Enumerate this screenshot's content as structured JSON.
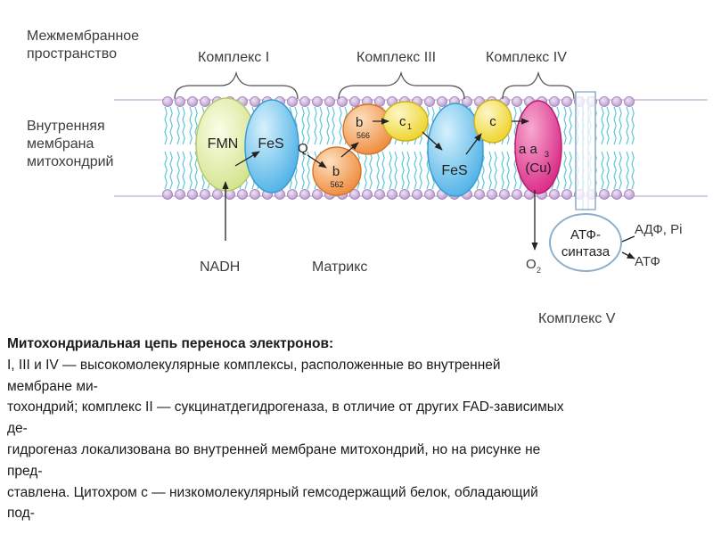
{
  "diagram": {
    "labels": {
      "intermembrane_1": "Межмембранное",
      "intermembrane_2": "пространство",
      "inner_1": "Внутренняя",
      "inner_2": "мембрана",
      "inner_3": "митохондрий",
      "matrix": "Матрикс",
      "nadh": "NADH"
    },
    "complexes": {
      "c1": "Комплекс I",
      "c3": "Комплекс III",
      "c4": "Комплекс IV",
      "c5": "Комплекс V"
    },
    "proteins": {
      "fmn": "FMN",
      "fes1": "FeS",
      "q": "Q",
      "b566": "b",
      "b566_sub": "566",
      "b562": "b",
      "b562_sub": "562",
      "c1_main": "c",
      "c1_sub": "1",
      "fes3": "FeS",
      "c_cyt": "c",
      "aa3_a": "a a",
      "aa3_sub": "3",
      "cu": "(Cu)",
      "o2_main": "O",
      "o2_sub": "2",
      "atp_synth_1": "АТФ-",
      "atp_synth_2": "синтаза",
      "adp_pi": "АДФ, Pi",
      "atp": "АТФ"
    },
    "colors": {
      "fmn": "#e4eeaa",
      "fes": "#7ccaf0",
      "b": "#f5a25a",
      "c": "#f4e44a",
      "aa3": "#e8409a",
      "lipid_head": "#cdb1de",
      "lipid_tail": "#5cc6d8",
      "synthase": "#ffffff"
    }
  },
  "caption": {
    "title": "Митохондриальная цепь переноса электронов:",
    "lines": [
      "I, III и IV — высокомолекулярные комплексы, расположенные во внутренней",
      "мембране ми-",
      "тохондрий; комплекс II — сукцинатдегидрогеназа, в отличие от других FAD-зависимых",
      "де-",
      "гидрогеназ локализована во внутренней мембране митохондрий, но на рисунке не",
      "пред-",
      "ставлена. Цитохром с — низкомолекулярный гемсодержащий белок, обладающий",
      "под-"
    ]
  }
}
